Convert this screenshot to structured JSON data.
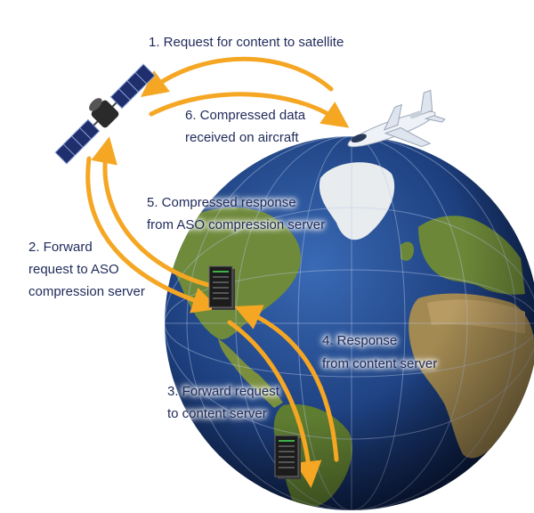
{
  "labels": {
    "step1": "1. Request for content to satellite",
    "step6_line1": "6. Compressed data",
    "step6_line2": "received on aircraft",
    "step5_line1": "5. Compressed response",
    "step5_line2": "from ASO compression server",
    "step2_line1": "2. Forward",
    "step2_line2": "request to ASO",
    "step2_line3": "compression server",
    "step4_line1": "4. Response",
    "step4_line2": "from content server",
    "step3_line1": "3. Forward request",
    "step3_line2": "to content server"
  },
  "icons": {
    "satellite": "satellite-icon",
    "aircraft": "airplane-icon",
    "aso_server": "server-icon",
    "content_server": "server-icon",
    "globe": "earth-globe-icon"
  },
  "colors": {
    "arrow": "#f5a623",
    "ocean": "#1d3f7e",
    "land": "#6e8a3a",
    "label_text": "#1f2a5a"
  }
}
